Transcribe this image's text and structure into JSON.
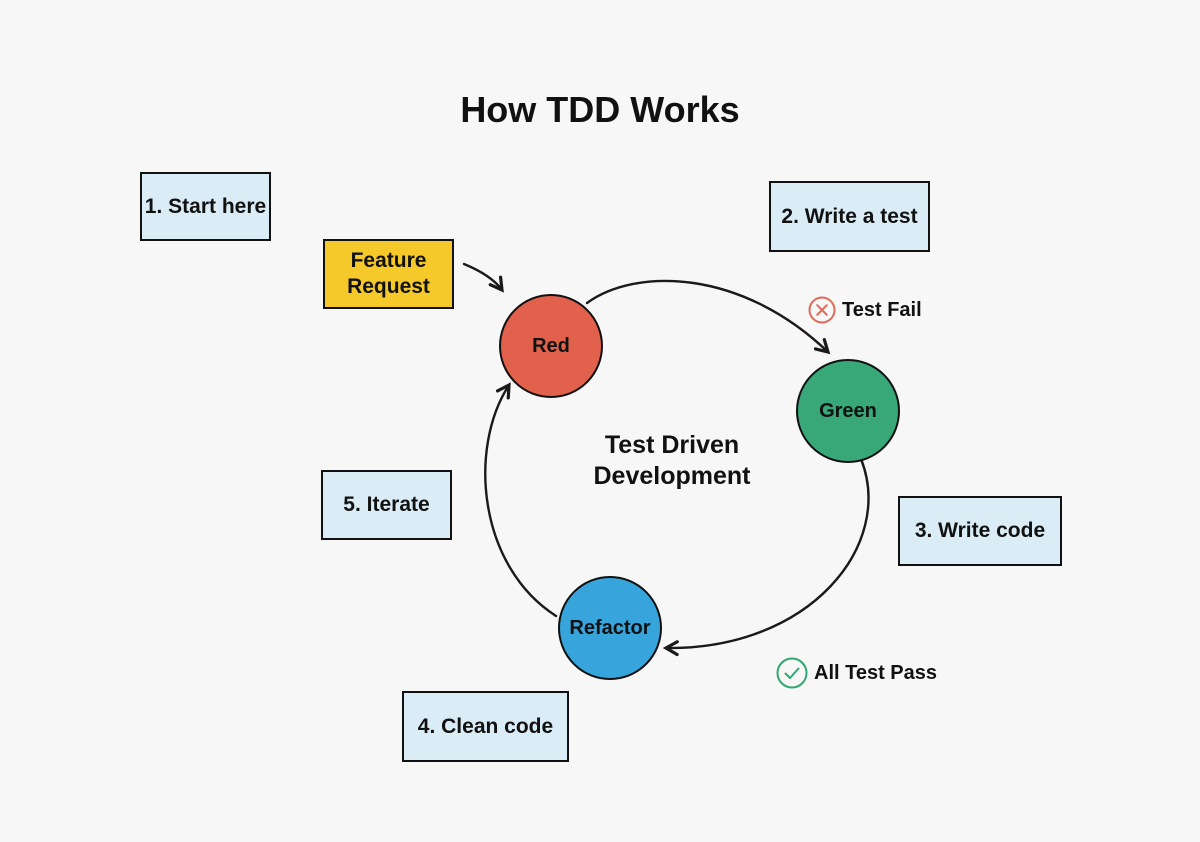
{
  "title": "How TDD Works",
  "nodes": {
    "start": {
      "label": "1. Start here"
    },
    "write_test": {
      "label": "2. Write a test"
    },
    "write_code": {
      "label": "3. Write code"
    },
    "clean_code": {
      "label": "4. Clean code"
    },
    "iterate": {
      "label": "5. Iterate"
    },
    "feature_request": {
      "label": "Feature Request"
    },
    "red": {
      "label": "Red"
    },
    "green": {
      "label": "Green"
    },
    "refactor": {
      "label": "Refactor"
    },
    "center": {
      "label": "Test Driven Development"
    }
  },
  "statuses": {
    "fail": {
      "label": "Test Fail",
      "icon": "x-circle-icon",
      "color": "#E06A57"
    },
    "pass": {
      "label": "All Test Pass",
      "icon": "check-circle-icon",
      "color": "#2FA874"
    }
  },
  "edges": [
    {
      "from": "feature_request",
      "to": "red"
    },
    {
      "from": "red",
      "to": "green"
    },
    {
      "from": "green",
      "to": "refactor"
    },
    {
      "from": "refactor",
      "to": "red"
    }
  ],
  "colors": {
    "background": "#F7F7F7",
    "note_fill": "#DAEDF7",
    "feature_fill": "#F6C92A",
    "red_fill": "#E2614C",
    "green_fill": "#38A878",
    "refactor_fill": "#37A4DC",
    "stroke": "#111111"
  }
}
